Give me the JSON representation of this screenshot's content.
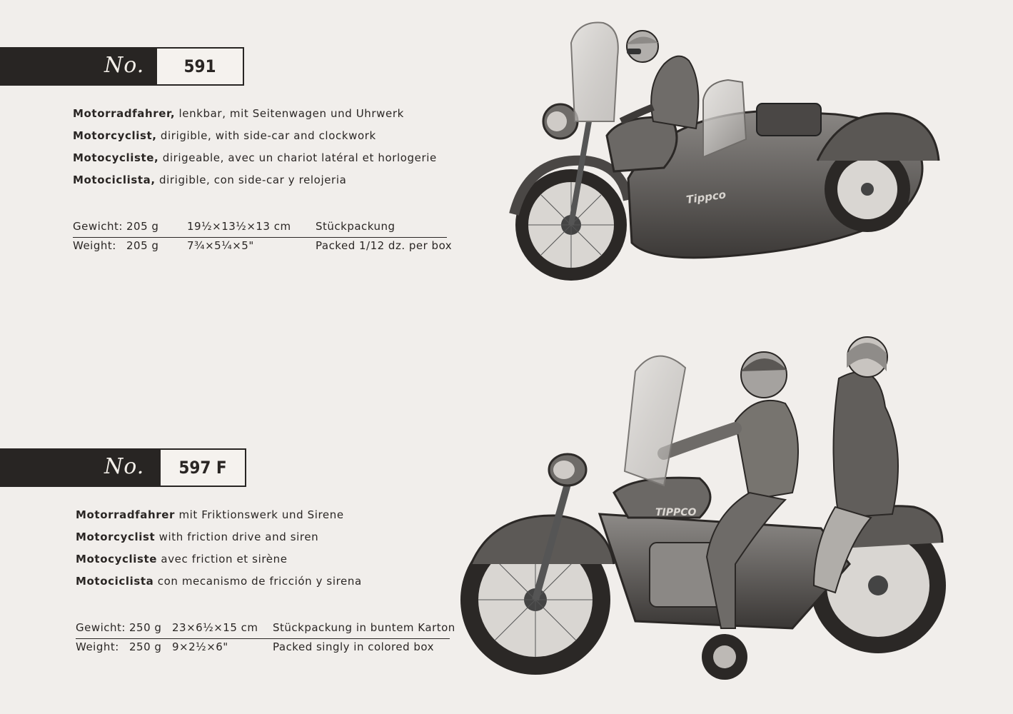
{
  "products": [
    {
      "number_prefix": "No.",
      "number": "591",
      "descriptions": [
        {
          "name": "Motorradfahrer,",
          "text": "lenkbar, mit Seitenwagen und Uhrwerk"
        },
        {
          "name": "Motorcyclist,",
          "text": "dirigible, with side-car and clockwork"
        },
        {
          "name": "Motocycliste,",
          "text": "dirigeable, avec un chariot latéral et horlogerie"
        },
        {
          "name": "Motociclista,",
          "text": "dirigible, con side-car y relojeria"
        }
      ],
      "specs": [
        {
          "label": "Gewicht:",
          "weight": "205 g",
          "size": "19½×13½×13 cm",
          "packing": "Stückpackung"
        },
        {
          "label": "Weight:",
          "weight": "205 g",
          "size": "7¾×5¼×5\"",
          "packing": "Packed 1/12 dz. per box"
        }
      ],
      "tank_label": "Tippco"
    },
    {
      "number_prefix": "No.",
      "number": "597 F",
      "descriptions": [
        {
          "name": "Motorradfahrer",
          "text": "mit Friktionswerk und Sirene"
        },
        {
          "name": "Motorcyclist",
          "text": "with friction drive and siren"
        },
        {
          "name": "Motocycliste",
          "text": "avec friction et sirène"
        },
        {
          "name": "Motociclista",
          "text": "con mecanismo de fricción y sirena"
        }
      ],
      "specs": [
        {
          "label": "Gewicht:",
          "weight": "250 g",
          "size": "23×6½×15 cm",
          "packing": "Stückpackung in buntem Karton"
        },
        {
          "label": "Weight:",
          "weight": "250 g",
          "size": "9×2½×6\"",
          "packing": "Packed singly in colored box"
        }
      ],
      "tank_label": "TIPPCO"
    }
  ]
}
